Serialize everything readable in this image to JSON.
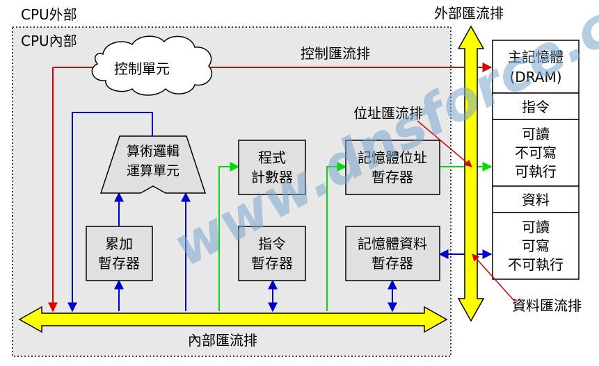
{
  "labels": {
    "cpu_outside": "CPU外部",
    "cpu_inside": "CPU內部",
    "external_bus": "外部匯流排",
    "control_bus": "控制匯流排",
    "address_bus": "位址匯流排",
    "data_bus": "資料匯流排",
    "internal_bus": "內部匯流排",
    "watermark": "www.dnsforce.com"
  },
  "blocks": {
    "control_unit": "控制單元",
    "alu": [
      "算術邏輯",
      "運算單元"
    ],
    "program_counter": [
      "程式",
      "計數器"
    ],
    "mar": [
      "記憶體位址",
      "暫存器"
    ],
    "accumulator": [
      "累加",
      "暫存器"
    ],
    "instruction_register": [
      "指令",
      "暫存器"
    ],
    "mdr": [
      "記憶體資料",
      "暫存器"
    ]
  },
  "memory": {
    "title": [
      "主記憶體",
      "(DRAM)"
    ],
    "instruction_header": "指令",
    "instruction_perms": [
      "可讀",
      "不可寫",
      "可執行"
    ],
    "data_header": "資料",
    "data_perms": [
      "可讀",
      "可寫",
      "不可執行"
    ]
  },
  "colors": {
    "bus_fill": "#ffff00",
    "control_line": "#e00000",
    "internal_line": "#0000cc",
    "address_line": "#00dd00",
    "cpu_inside_bg": "#e8e8e8",
    "block_bg": "#e0e0e0"
  }
}
